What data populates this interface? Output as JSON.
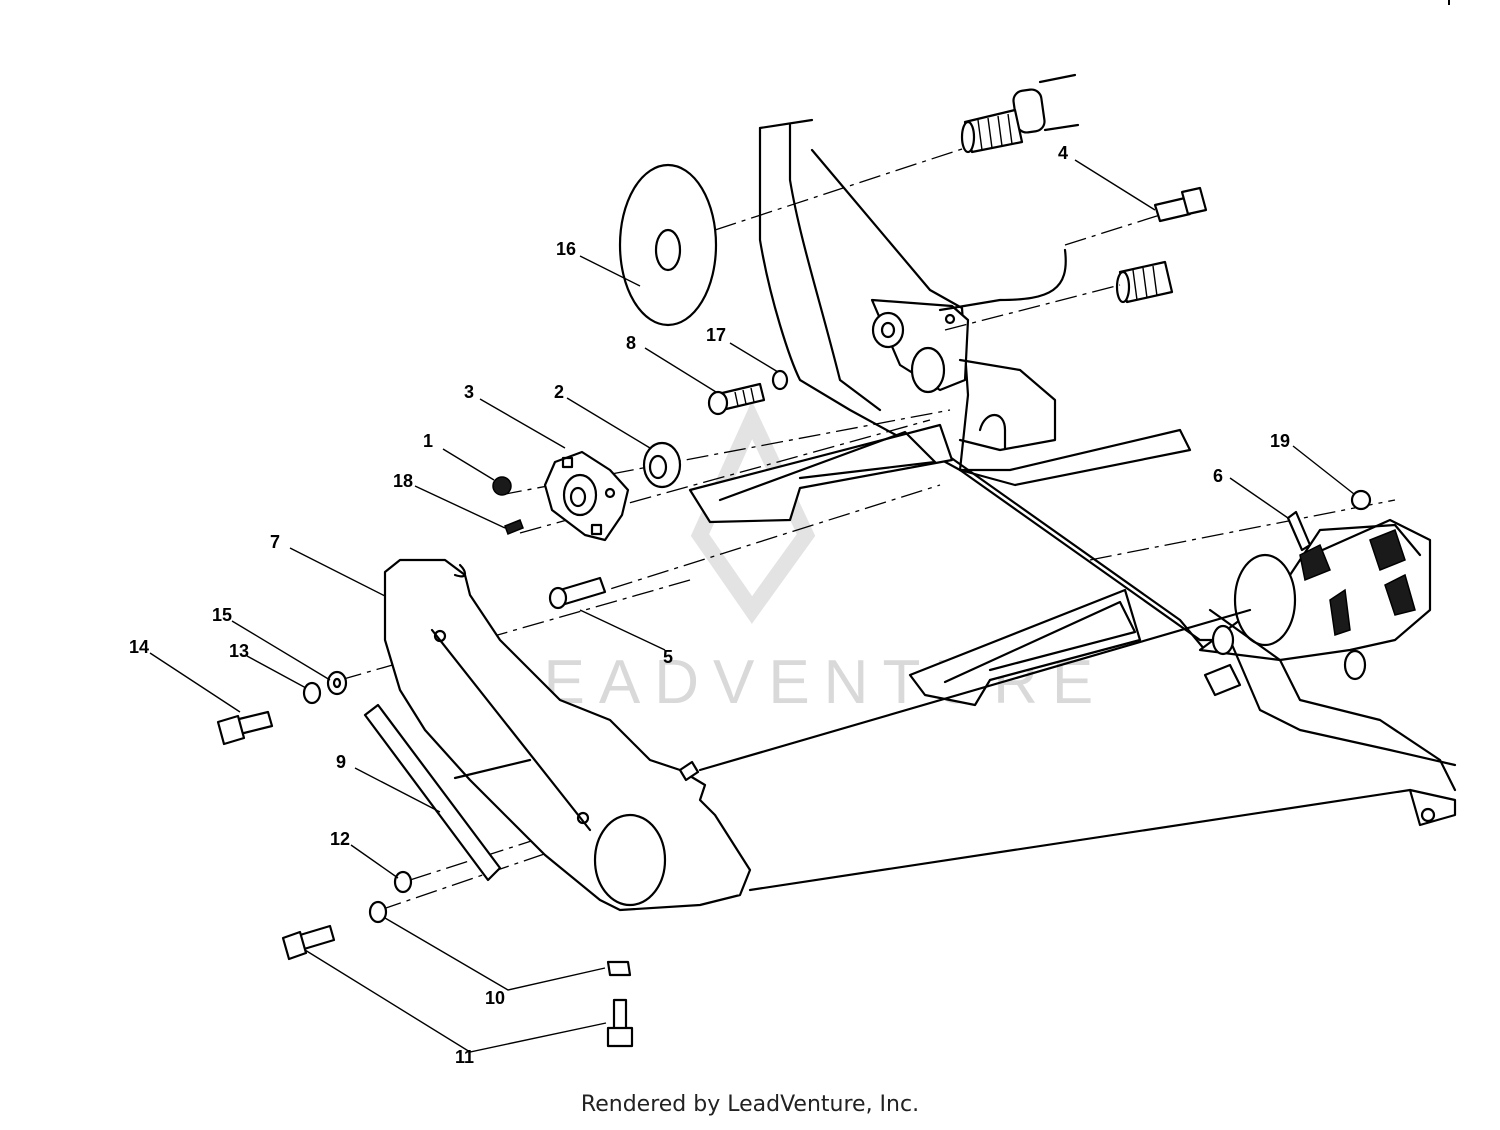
{
  "watermark": {
    "text": "LEADVENTURE"
  },
  "footer": {
    "text": "Rendered by LeadVenture, Inc."
  },
  "callouts": {
    "c1": "1",
    "c2": "2",
    "c3": "3",
    "c4": "4",
    "c5": "5",
    "c6": "6",
    "c7": "7",
    "c8": "8",
    "c9": "9",
    "c10": "10",
    "c11": "11",
    "c12": "12",
    "c13": "13",
    "c14": "14",
    "c15": "15",
    "c16": "16",
    "c17": "17",
    "c18": "18",
    "c19": "19"
  }
}
